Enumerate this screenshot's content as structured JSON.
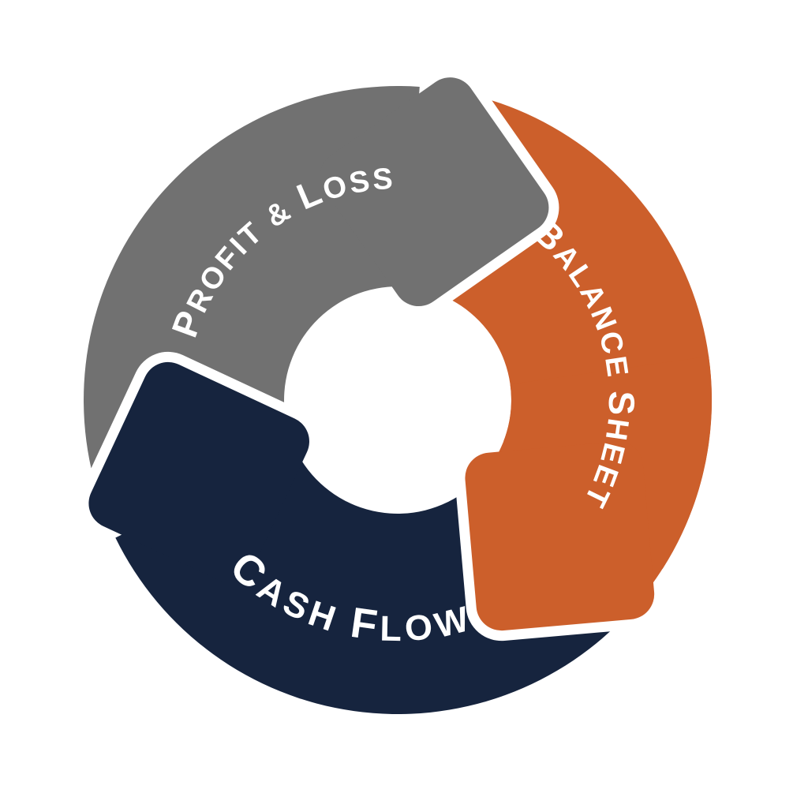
{
  "diagram": {
    "name": "financial-statements-cycle",
    "type": "cycle-arrow-diagram",
    "direction": "clockwise",
    "background_color": "#ffffff",
    "label_color": "#ffffff",
    "gap_color": "#ffffff",
    "segments": [
      {
        "id": "profit-loss",
        "label": "Profit & Loss",
        "display": "PROFIT & LOSS",
        "color": "#717171",
        "order": 1
      },
      {
        "id": "balance-sheet",
        "label": "Balance Sheet",
        "display": "BALANCE SHEET",
        "color": "#CC5F2B",
        "order": 2
      },
      {
        "id": "cash-flow",
        "label": "Cash Flow",
        "display": "CASH FLOW",
        "color": "#16243E",
        "order": 3
      }
    ]
  }
}
